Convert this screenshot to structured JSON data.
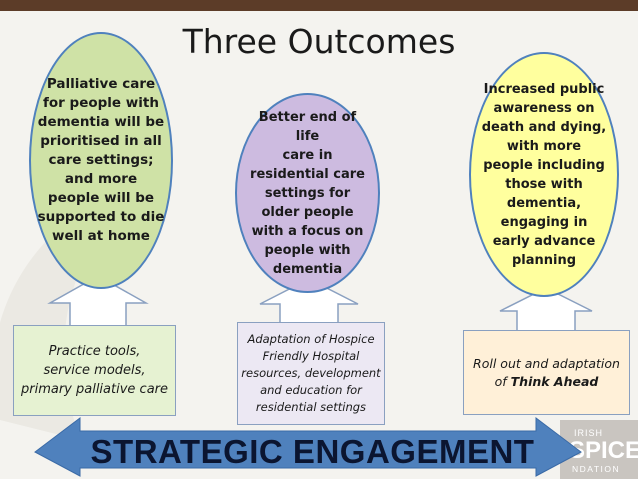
{
  "title": "Three Outcomes",
  "outcomes": [
    {
      "text": "Palliative care\nfor people with\ndementia will be\nprioritised in all\ncare settings;\nand more\npeople will be\nsupported to die\nwell at home"
    },
    {
      "text": "Better end of life\ncare in\nresidential care\nsettings for\nolder people\nwith a focus on\npeople with\ndementia"
    },
    {
      "text": "Increased public\nawareness on\ndeath and dying,\nwith more\npeople including\nthose with\ndementia,\nengaging in\nearly advance\nplanning"
    }
  ],
  "inputs": [
    {
      "text": "Practice tools,\nservice models,\nprimary palliative care"
    },
    {
      "text": "Adaptation of Hospice\nFriendly Hospital\nresources, development\nand education for\nresidential settings"
    },
    {
      "text_prefix": "Roll out and adaptation\nof ",
      "text_bold": "Think Ahead"
    }
  ],
  "banner": "STRATEGIC ENGAGEMENT",
  "logo": {
    "line1": "IRISH",
    "line2": "SPICE",
    "line3": "NDATION"
  },
  "colors": {
    "topbar": "#5c3c28",
    "oval_green": "#cfe2a6",
    "oval_purple": "#cdbbe0",
    "oval_yellow": "#ffff9e",
    "arrow_fill": "#4f81bd",
    "arrow_inner": "#dbe7f5"
  }
}
